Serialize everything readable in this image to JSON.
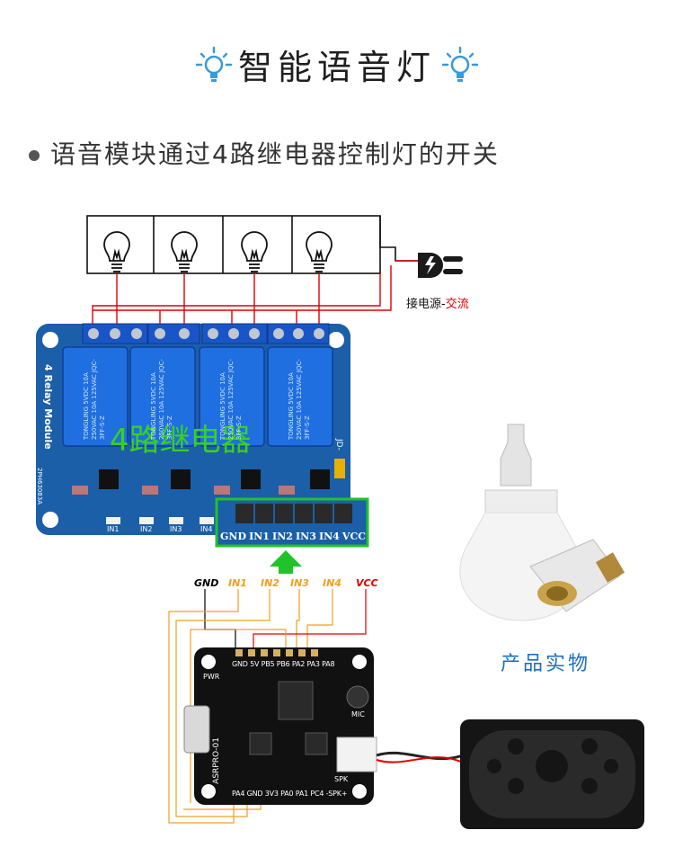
{
  "title": "智能语音灯",
  "bullet": "语音模块通过4路继电器控制灯的开关",
  "power": {
    "label": "接电源-",
    "label_red": "交流"
  },
  "relay": {
    "title": "4路继电器",
    "side_text": "4 Relay Module",
    "relay_text": [
      "TONGLING",
      "5VDC",
      "10A 250VAC",
      "10A 125VAC",
      "JQC-3FF-S-Z"
    ],
    "led_labels": [
      "IN1",
      "IN2",
      "IN3",
      "IN4"
    ],
    "header_pins": [
      "GND",
      "IN1",
      "IN2",
      "IN3",
      "IN4",
      "VCC"
    ],
    "corner_text": "2PH63083A",
    "jd": "JD-"
  },
  "wiring": {
    "labels": [
      "GND",
      "IN1",
      "IN2",
      "IN3",
      "IN4",
      "VCC"
    ],
    "colors": {
      "GND": "#000000",
      "IN": "#f0a020",
      "VCC": "#e00000"
    }
  },
  "module": {
    "top_pins": "GND 5V PB5 PB6 PA2 PA3 PA8",
    "bottom_pins": "PA4 GND 3V3 PA0 PA1 PC4 -SPK+",
    "side": "ASRPRO-01",
    "pwr": "PWR",
    "mic": "MIC",
    "spk": "SPK"
  },
  "product": {
    "label": "产品实物"
  },
  "colors": {
    "accent": "#1e6fbf",
    "relay_board": "#1b5fa8",
    "relay_green": "#39d11f",
    "arrow": "#22c22a"
  }
}
